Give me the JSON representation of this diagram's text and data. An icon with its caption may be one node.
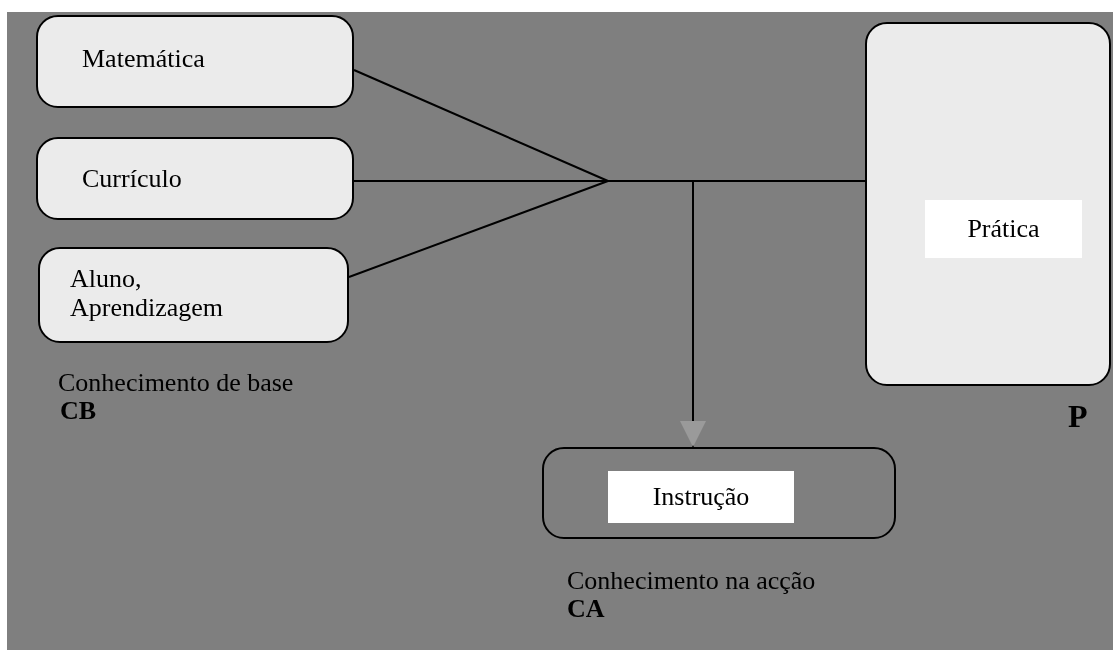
{
  "diagram": {
    "nodes": [
      {
        "text": [
          "Matemática"
        ]
      },
      {
        "text": [
          "Currículo"
        ]
      },
      {
        "text": [
          "Aluno, Aprendizagem"
        ]
      },
      {
        "text": [
          "Prática"
        ],
        "beside": [
          "P"
        ]
      },
      {
        "text": [
          "Instrução"
        ],
        "beside": [
          "Conhecimento na acção",
          "CA"
        ]
      }
    ],
    "edges": [
      {
        "from": 0,
        "to": 3,
        "arrow": "none"
      },
      {
        "from": 1,
        "to": 3,
        "arrow": "none"
      },
      {
        "from": 2,
        "to": 3,
        "arrow": "none"
      },
      {
        "from": 0,
        "to": 4,
        "arrow": "to"
      },
      {
        "from": 1,
        "to": 4,
        "arrow": "to"
      },
      {
        "from": 2,
        "to": 4,
        "arrow": "to"
      }
    ],
    "labels": [
      "Conhecimento de base",
      "CB"
    ]
  }
}
